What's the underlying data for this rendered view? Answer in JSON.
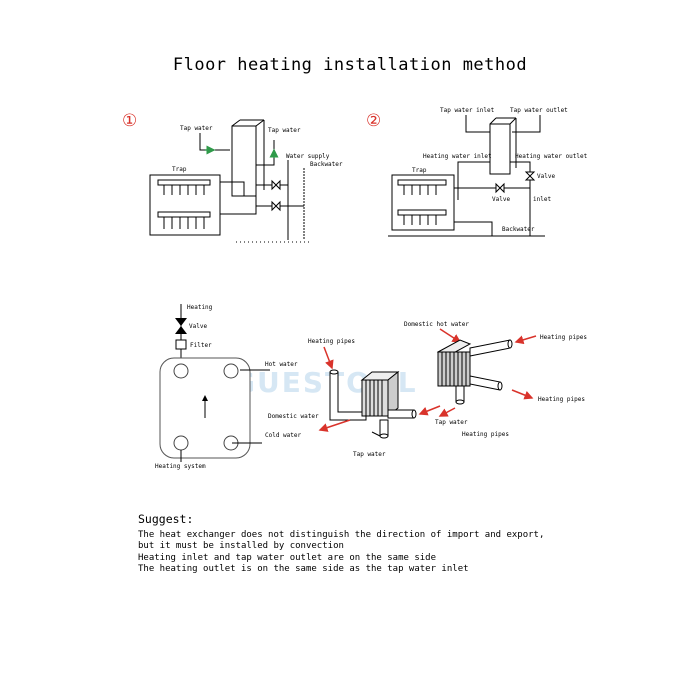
{
  "title": "Floor heating installation method",
  "watermark": "GUESTOOL",
  "diagram1": {
    "number": "①",
    "labels": {
      "tap_water_left": "Tap water",
      "tap_water_right": "Tap water",
      "water_supply": "Water supply",
      "backwater": "Backwater",
      "trap": "Trap"
    }
  },
  "diagram2": {
    "number": "②",
    "labels": {
      "tap_water_inlet": "Tap water inlet",
      "tap_water_outlet": "Tap water outlet",
      "heating_water_inlet": "Heating water inlet",
      "heating_water_outlet": "Heating water outlet",
      "trap": "Trap",
      "valve_right": "Valve",
      "valve_bottom": "Valve",
      "inlet": "inlet",
      "backwater": "Backwater"
    }
  },
  "diagram3": {
    "labels": {
      "heating": "Heating",
      "valve": "Valve",
      "filter": "Filter",
      "hot_water": "Hot water",
      "domestic_water": "Domestic water",
      "cold_water": "Cold water",
      "heating_system": "Heating system"
    }
  },
  "diagram4": {
    "labels": {
      "heating_pipes_1": "Heating pipes",
      "tap_water": "Tap water"
    }
  },
  "diagram5": {
    "labels": {
      "domestic_hot_water": "Domestic hot water",
      "heating_pipes_top": "Heating pipes",
      "heating_pipes_right": "Heating pipes",
      "tap_water": "Tap water",
      "heating_pipes_bottom": "Heating pipes"
    }
  },
  "suggest": {
    "heading": "Suggest:",
    "lines": [
      "The heat exchanger does not distinguish the direction of import and export,",
      "but it must be installed by convection",
      "Heating inlet and tap water outlet are on the same side",
      "The heating outlet is on the same side as the tap water inlet"
    ]
  },
  "colors": {
    "number": "#d9332b",
    "arrow_red": "#d9332b",
    "arrow_green": "#2f9a4a",
    "watermark": "#d6e7f4"
  }
}
